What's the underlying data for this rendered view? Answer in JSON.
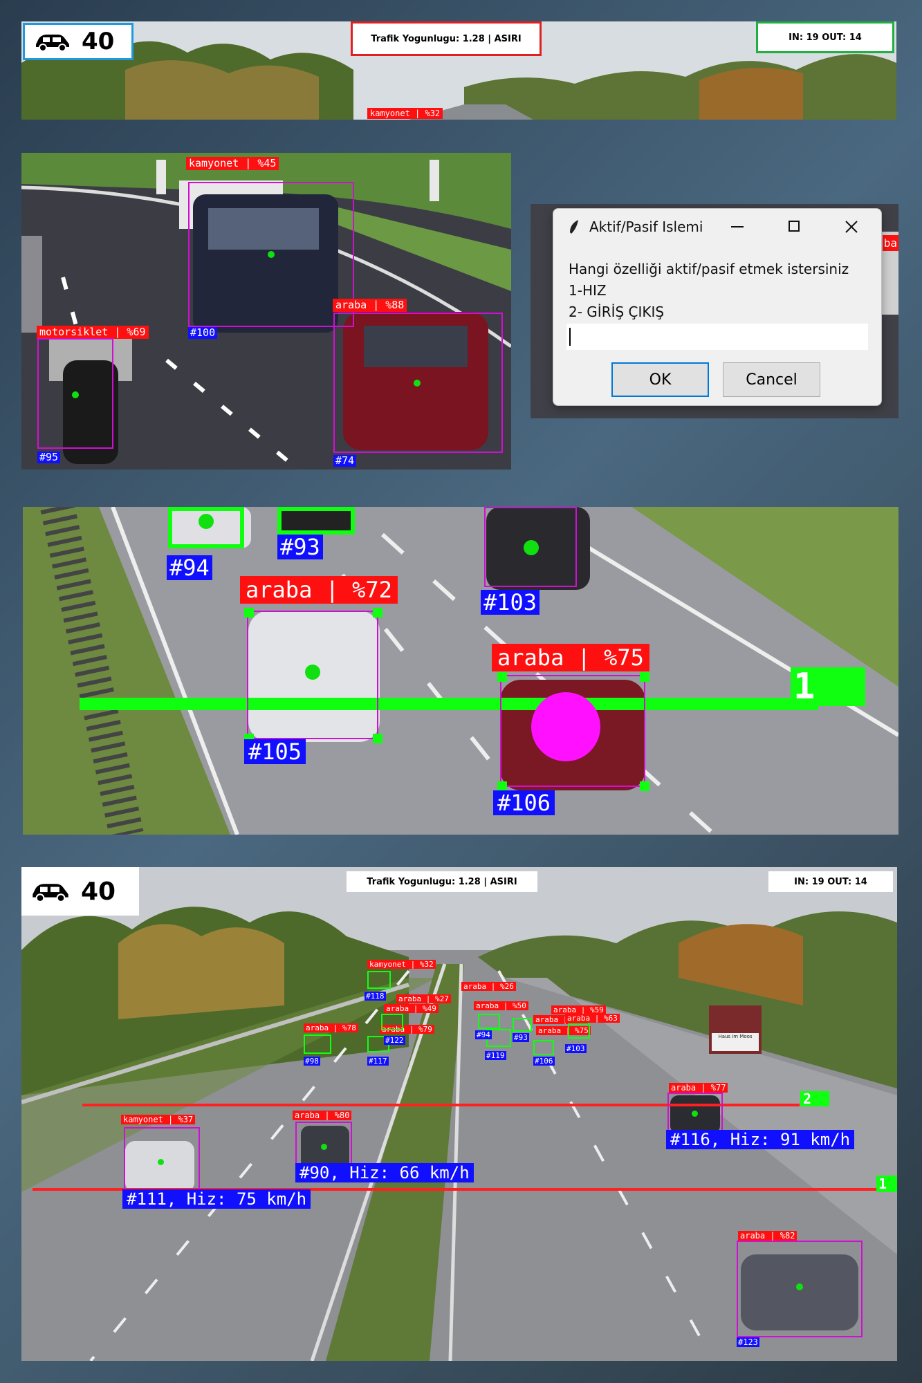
{
  "colors": {
    "label_red": "#ff1010",
    "id_blue": "#1010ff",
    "corner_green": "#10ff10",
    "box_magenta": "#d010d0",
    "line_red": "#ff2020",
    "line_green": "#10ff10"
  },
  "panel1": {
    "icon": "car-icon",
    "vehicle_count": "40",
    "density_text": "Trafik Yogunlugu: 1.28 | ASIRI",
    "inout_text": "IN: 19 OUT: 14",
    "labels": [
      "kamyonet | %32"
    ]
  },
  "panel2": {
    "labels": [
      "kamyonet | %45",
      "araba | %88",
      "motorsiklet | %69"
    ],
    "ids": [
      "#100",
      "#74",
      "#95"
    ]
  },
  "dialog": {
    "title": "Aktif/Pasif Islemi",
    "app_icon": "feather-icon",
    "minimize_icon": "minimize-icon",
    "maximize_icon": "maximize-icon",
    "close_icon": "close-icon",
    "prompt_line1": "Hangi özelliği aktif/pasif etmek istersiniz",
    "prompt_line2": "1-HIZ",
    "prompt_line3": "2- GİRİŞ ÇIKIŞ",
    "input_value": "",
    "ok_label": "OK",
    "cancel_label": "Cancel",
    "bg_fragment": "ba"
  },
  "panel3": {
    "labels": [
      "araba | %72",
      "araba | %75"
    ],
    "ids": [
      "#94",
      "#93",
      "#103",
      "#105",
      "#106"
    ],
    "line_number": "1"
  },
  "panel4": {
    "icon": "car-icon",
    "vehicle_count": "40",
    "density_text": "Trafik Yogunlugu: 1.28 | ASIRI",
    "inout_text": "IN: 19 OUT: 14",
    "line_1": "1",
    "line_2": "2",
    "sign_text": "Haus im Moos",
    "small_labels": [
      "kamyonet | %32",
      "araba | %27",
      "araba | %49",
      "araba | %26",
      "araba | %50",
      "araba | %59",
      "araba | %75",
      "araba | %63",
      "araba | %75",
      "araba | %78",
      "araba | %79",
      "araba | %77",
      "kamyonet | %37",
      "araba | %80",
      "araba | %82"
    ],
    "small_ids": [
      "#118",
      "#122",
      "#94",
      "#93",
      "#103",
      "#119",
      "#106",
      "#98",
      "#117",
      "#123"
    ],
    "speed_labels": [
      "#116, Hiz: 91 km/h",
      "#90, Hiz: 66 km/h",
      "#111, Hiz: 75 km/h"
    ]
  }
}
